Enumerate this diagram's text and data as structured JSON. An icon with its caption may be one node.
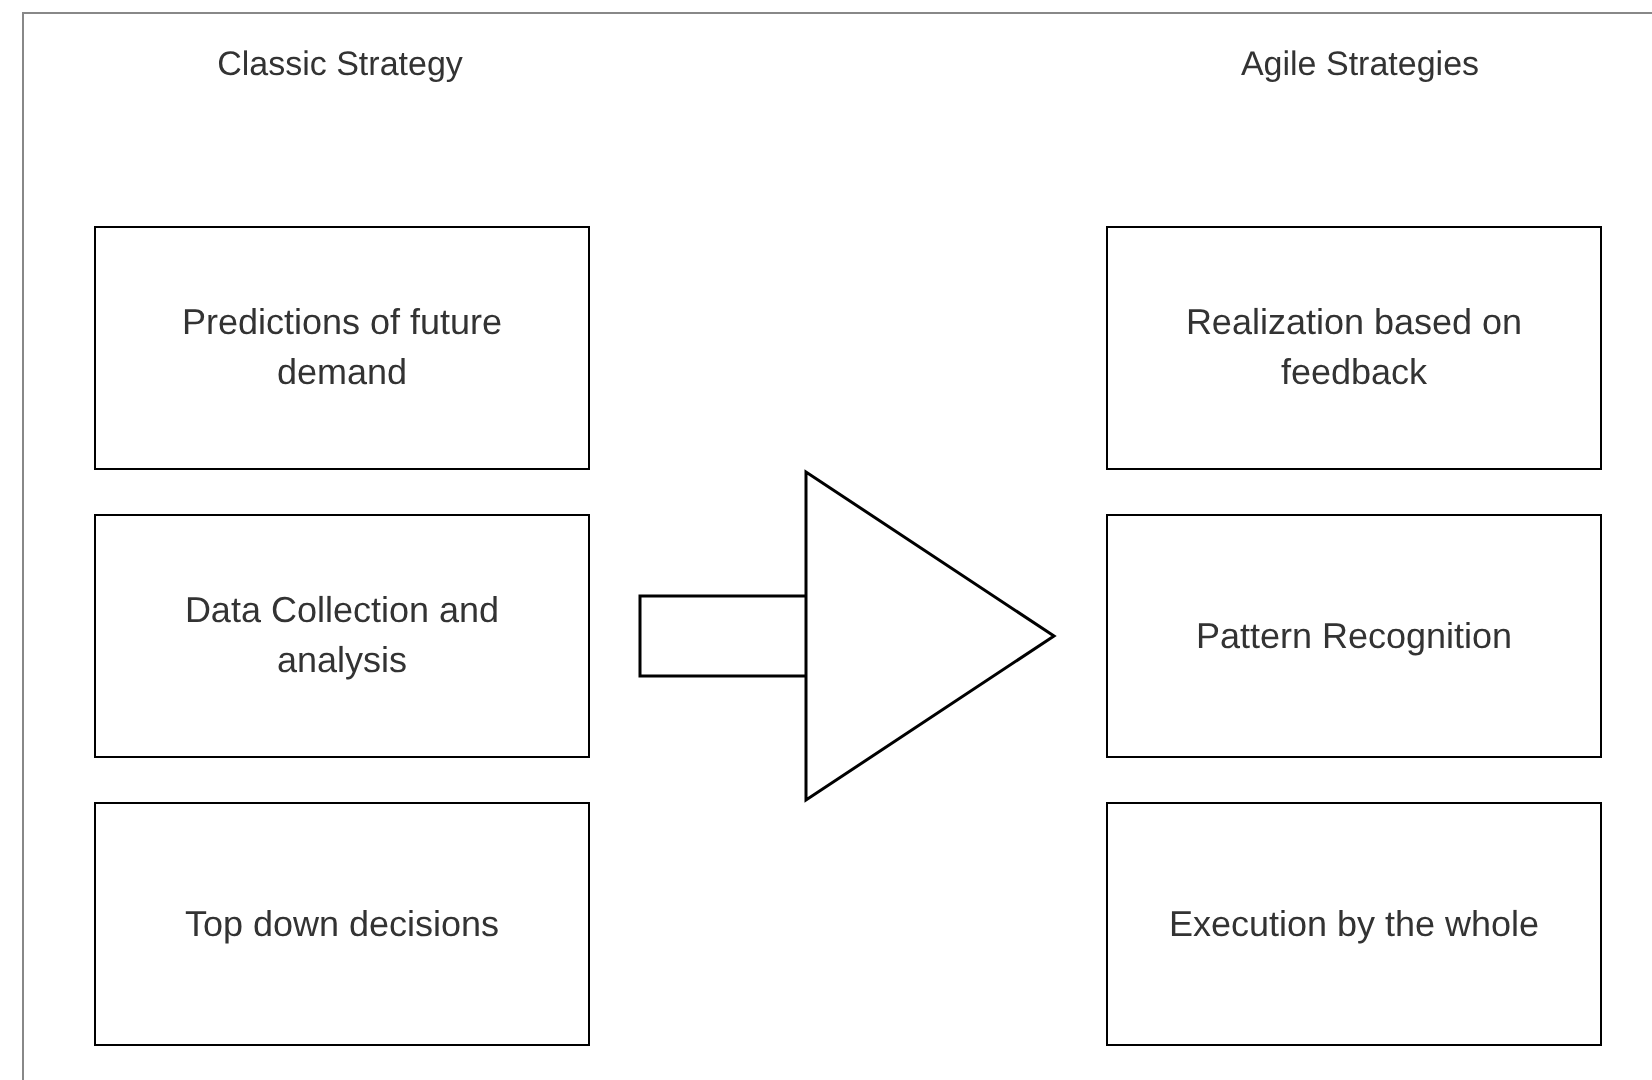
{
  "diagram": {
    "nodes": [
      {
        "text": [
          "Predictions of future demand"
        ]
      },
      {
        "text": [
          "Data Collection and analysis"
        ]
      },
      {
        "text": [
          "Top down decisions"
        ]
      },
      {
        "text": [
          "Realization based on feedback"
        ]
      },
      {
        "text": [
          "Pattern Recognition"
        ]
      },
      {
        "text": [
          "Execution by the whole"
        ]
      }
    ],
    "labels": [
      "Classic Strategy",
      "Agile Strategies"
    ]
  }
}
